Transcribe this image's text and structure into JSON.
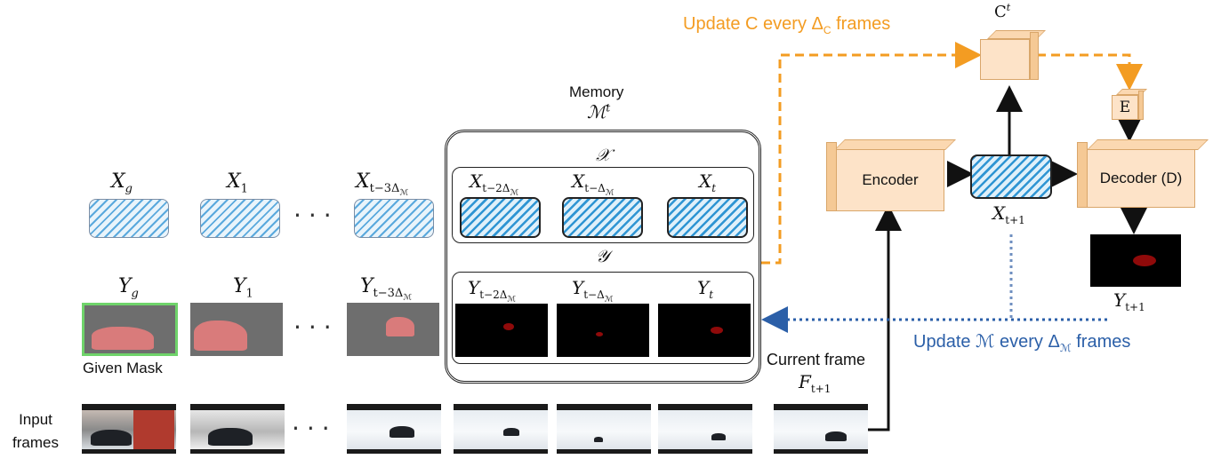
{
  "top_label": {
    "update_c": "Update C every Δ",
    "update_c_sub": "C",
    "update_c_tail": " frames"
  },
  "memory": {
    "title": "Memory",
    "symbol": "ℳ",
    "sup": "t",
    "x_set": "𝒳",
    "y_set": "𝒴"
  },
  "features": {
    "xg": {
      "base": "X",
      "sub": "g"
    },
    "x1": {
      "base": "X",
      "sub": "1"
    },
    "x3": {
      "base": "X",
      "sub": "t−3Δ",
      "subsub": "ℳ"
    },
    "x2": {
      "base": "X",
      "sub": "t−2Δ",
      "subsub": "ℳ"
    },
    "xd": {
      "base": "X",
      "sub": "t−Δ",
      "subsub": "ℳ"
    },
    "xt": {
      "base": "X",
      "sub": "t"
    },
    "xnext": {
      "base": "X",
      "sub": "t+1"
    }
  },
  "masks": {
    "yg": {
      "base": "Y",
      "sub": "g"
    },
    "y1": {
      "base": "Y",
      "sub": "1"
    },
    "y3": {
      "base": "Y",
      "sub": "t−3Δ",
      "subsub": "ℳ"
    },
    "y2": {
      "base": "Y",
      "sub": "t−2Δ",
      "subsub": "ℳ"
    },
    "yd": {
      "base": "Y",
      "sub": "t−Δ",
      "subsub": "ℳ"
    },
    "yt": {
      "base": "Y",
      "sub": "t"
    },
    "ynext": {
      "base": "Y",
      "sub": "t+1"
    }
  },
  "given_mask": "Given Mask",
  "input_frames": {
    "line1": "Input",
    "line2": "frames"
  },
  "current_frame": {
    "label": "Current frame",
    "base": "F",
    "sub": "t+1"
  },
  "blocks": {
    "encoder": "Encoder",
    "decoder": "Decoder (D)",
    "e": "E",
    "c_base": "C",
    "c_sup": "t"
  },
  "bottom_label": {
    "text": "Update ℳ every Δ",
    "sub": "ℳ",
    "tail": " frames"
  },
  "colors": {
    "orange": "#f39c22",
    "blue": "#2b5fa8",
    "dotted_blue": "#6f8fc0",
    "block": "#fde3c8"
  }
}
